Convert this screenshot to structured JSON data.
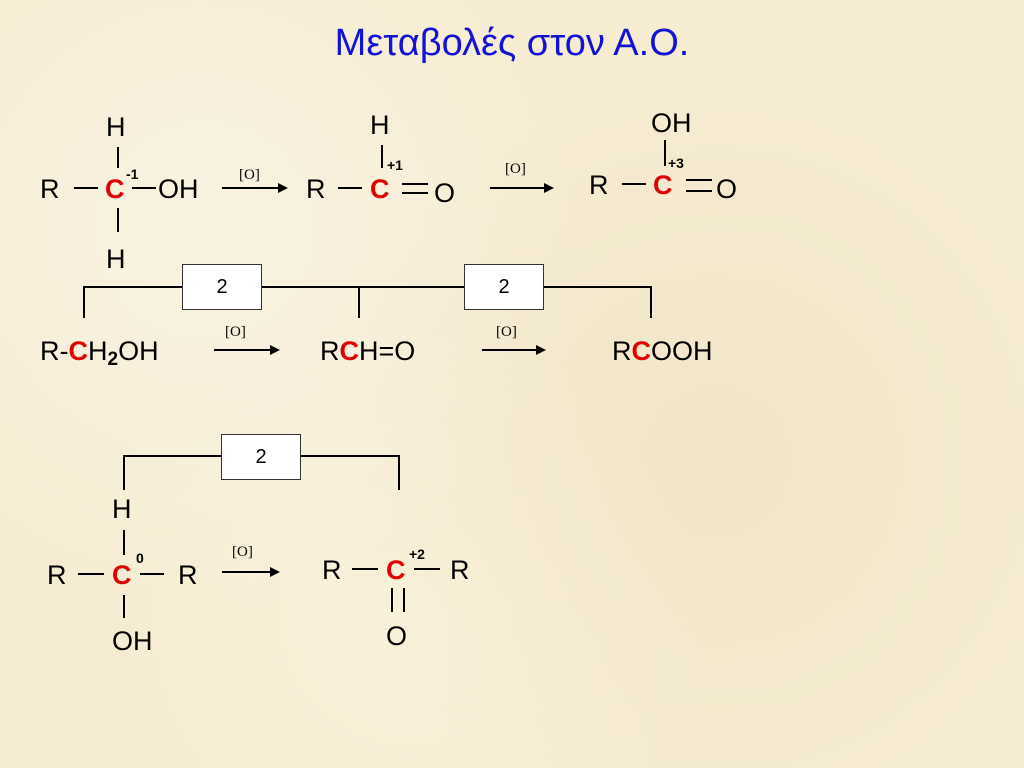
{
  "title": "Μεταβολές  στον  Α.Ο.",
  "reagent": "[O]",
  "counts": {
    "one": "2",
    "two": "2",
    "three": "2"
  },
  "s1": {
    "r1": "R",
    "c": "C",
    "ox_c": "-1",
    "oh": "OH",
    "h_top": "H",
    "h_bot": "H",
    "r2": "R",
    "c2": "C",
    "ox_c2": "+1",
    "h2": "H",
    "o2": "O",
    "r3": "R",
    "c3": "C",
    "ox_c3": "+3",
    "oh3": "OH",
    "o3": "O"
  },
  "s2": {
    "p1_pre": "R-",
    "p1_c": "C",
    "p1_h": "H",
    "p1_sub": "2",
    "p1_post": "OH",
    "p2_pre": "R",
    "p2_c": "C",
    "p2_post": "H=O",
    "p3_pre": "R",
    "p3_c": "C",
    "p3_post": "OOH"
  },
  "s3": {
    "r1": "R",
    "c": "C",
    "ox_c": "0",
    "r2": "R",
    "h_top": "H",
    "oh": "OH",
    "r3": "R",
    "c2": "C",
    "ox_c2": "+2",
    "r4": "R",
    "o": "O"
  }
}
